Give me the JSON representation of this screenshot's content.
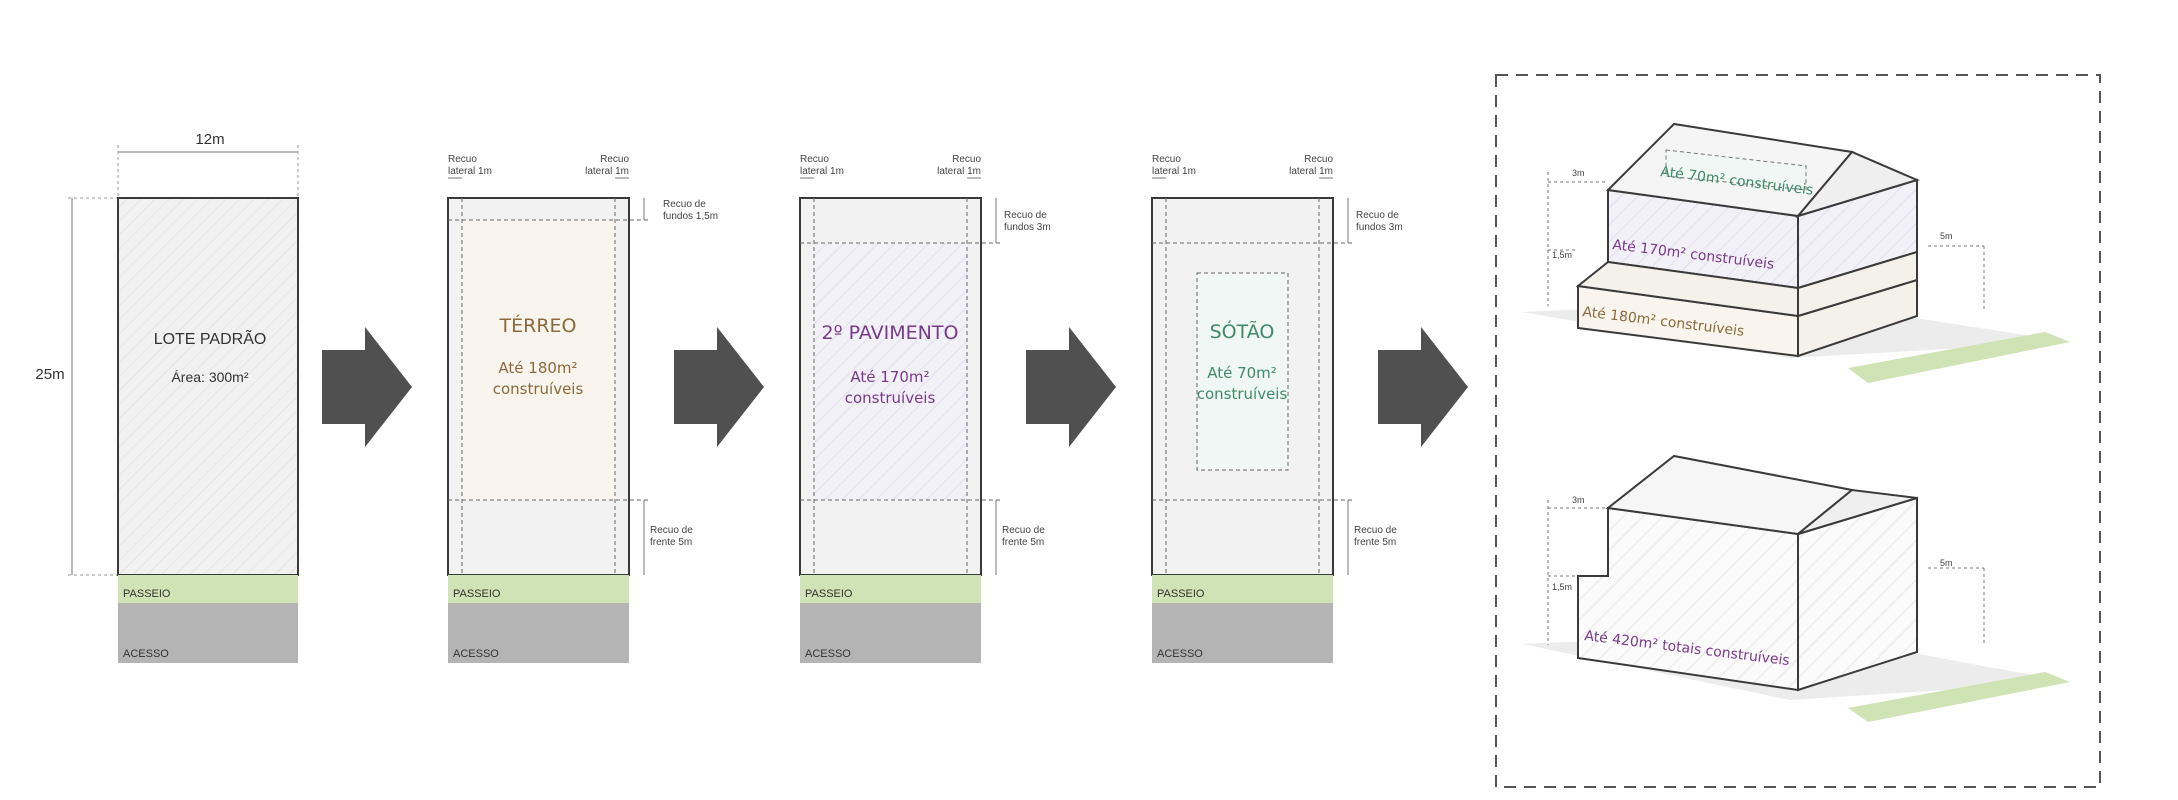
{
  "colors": {
    "outline": "#3a3a3a",
    "lot_fill": "#efefef",
    "passeio": "#cfe3b4",
    "acesso": "#b4b4b4",
    "arrow": "#505050",
    "terreo": "#8a6a3c",
    "pavimento": "#7a3a8a",
    "sotao": "#3f8a6a",
    "terreo_fill": "#f9f5ee",
    "pavimento_fill": "#f3f1f8",
    "sotao_fill": "#f1f7f4"
  },
  "lot": {
    "width_label": "12m",
    "depth_label": "25m",
    "title": "LOTE PADRÃO",
    "area": "Área: 300m²",
    "passeio": "PASSEIO",
    "acesso": "ACESSO"
  },
  "setbacks": {
    "lateral_left": [
      "Recuo",
      "lateral 1m"
    ],
    "lateral_right": [
      "Recuo",
      "lateral 1m"
    ],
    "front": [
      "Recuo de",
      "frente 5m"
    ],
    "rear_1_5": [
      "Recuo de",
      "fundos 1,5m"
    ],
    "rear_3": [
      "Recuo de",
      "fundos 3m"
    ]
  },
  "floors": {
    "terreo": {
      "title": "TÉRREO",
      "line1": "Até 180m²",
      "line2": "construíveis"
    },
    "pavimento": {
      "title": "2º PAVIMENTO",
      "line1": "Até 170m²",
      "line2": "construíveis"
    },
    "sotao": {
      "title": "SÓTÃO",
      "line1": "Até 70m²",
      "line2": "construíveis"
    }
  },
  "axo_top": {
    "dim_3m": "3m",
    "dim_1_5m": "1,5m",
    "dim_5m": "5m",
    "sotao_label": "Até 70m² construíveis",
    "pavimento_label": "Até 170m² construíveis",
    "terreo_label": "Até 180m² construíveis"
  },
  "axo_bottom": {
    "dim_3m": "3m",
    "dim_1_5m": "1,5m",
    "dim_5m": "5m",
    "total_label": "Até 420m² totais construíveis"
  },
  "icons": [
    "arrow-right-icon"
  ]
}
